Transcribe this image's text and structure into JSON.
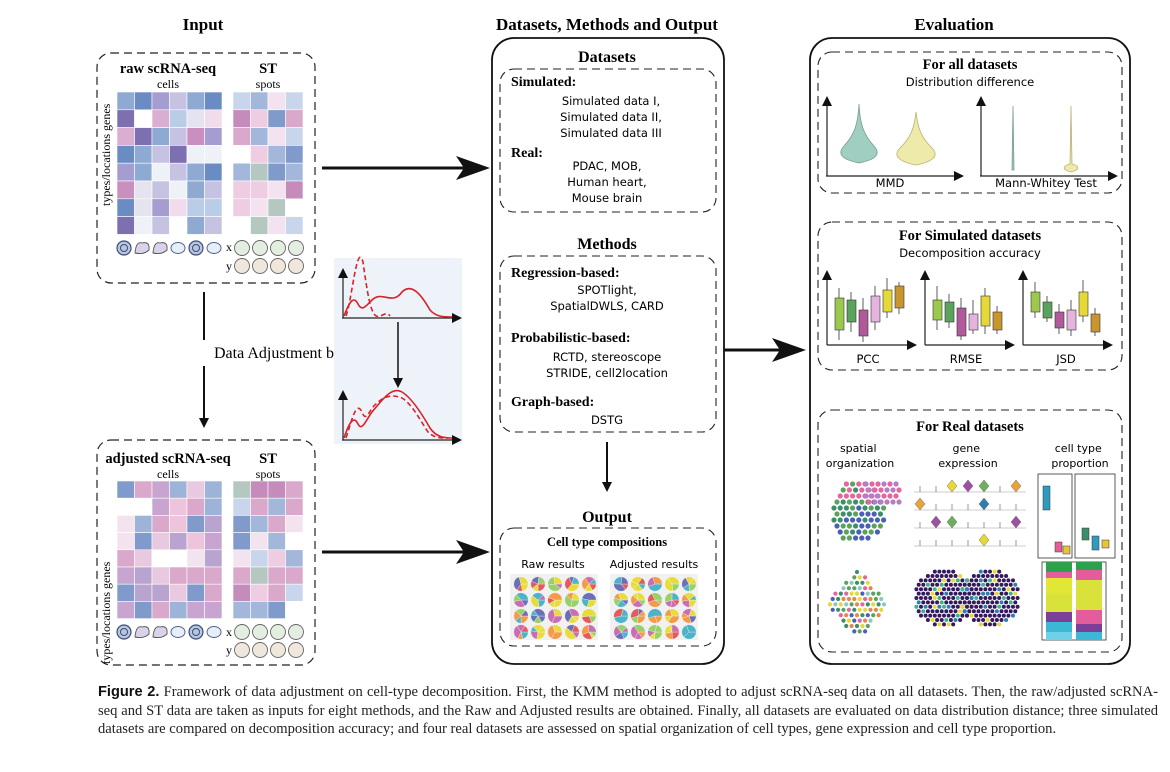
{
  "input": {
    "heading": "Input",
    "raw_scrna_label": "raw scRNA-seq",
    "adjusted_scrna_label": "adjusted scRNA-seq",
    "cells_label": "cells",
    "st_label": "ST",
    "spots_label": "spots",
    "genes_axis_label": "types/locations  genes",
    "x_label": "x",
    "y_label": "y",
    "adjustment_label": "Data Adjustment by KMM"
  },
  "middle": {
    "heading": "Datasets, Methods and Output",
    "datasets": {
      "title": "Datasets",
      "simulated_label": "Simulated:",
      "simulated_items": [
        "Simulated data I,",
        "Simulated data II,",
        "Simulated data III"
      ],
      "real_label": "Real:",
      "real_items": [
        "PDAC, MOB,",
        "Human heart,",
        "Mouse brain"
      ]
    },
    "methods": {
      "title": "Methods",
      "regression_label": "Regression-based:",
      "regression_items": [
        "SPOTlight,",
        "SpatialDWLS, CARD"
      ],
      "probabilistic_label": "Probabilistic-based:",
      "probabilistic_items": [
        "RCTD, stereoscope",
        "STRIDE, cell2location"
      ],
      "graph_label": "Graph-based:",
      "graph_items": [
        "DSTG"
      ]
    },
    "output": {
      "title": "Output",
      "subtitle": "Cell type compositions",
      "raw_label": "Raw results",
      "adjusted_label": "Adjusted results"
    }
  },
  "evaluation": {
    "heading": "Evaluation",
    "all": {
      "title": "For all datasets",
      "subtitle": "Distribution difference",
      "mmd_label": "MMD",
      "mw_label": "Mann-Whitey Test"
    },
    "simulated": {
      "title": "For Simulated datasets",
      "subtitle": "Decomposition accuracy",
      "metrics": [
        "PCC",
        "RMSE",
        "JSD"
      ]
    },
    "real": {
      "title": "For Real datasets",
      "spatial_label": "spatial organization",
      "gene_label": "gene expression",
      "celltype_label": "cell type proportion"
    }
  },
  "caption": {
    "figure_label": "Figure 2.",
    "text": " Framework of data adjustment on cell-type decomposition. First, the KMM method is adopted to adjust scRNA-seq data on all datasets. Then, the raw/adjusted scRNA-seq and ST data are taken as inputs for eight methods, and the Raw and Adjusted results are obtained. Finally, all datasets are evaluated on data distribution distance; three simulated datasets are compared on decomposition accuracy; and four real datasets are assessed on spatial organization of cell types, gene expression and cell type proportion."
  },
  "colors": {
    "ink": "#111111",
    "curve_red": "#d8232a",
    "purple": "#8a79b6",
    "pink": "#d9a5c9",
    "blue": "#8aa4cc",
    "yellow": "#e5df43",
    "green": "#5dab5f"
  }
}
